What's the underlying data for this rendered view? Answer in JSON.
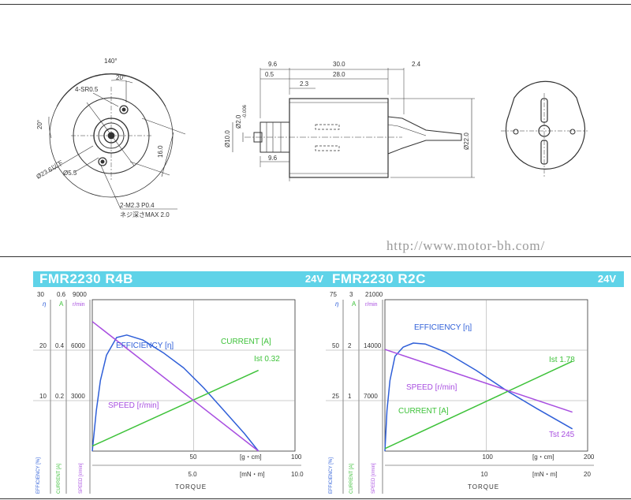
{
  "website_url": "http://www.motor-bh.com/",
  "drawing": {
    "front_view": {
      "angle_140": "140°",
      "angle_20_top": "20°",
      "angle_20_left": "20°",
      "slot_label": "4-SR0.5",
      "dia_23_6": "Ø23.6以下",
      "dia_5_5": "Ø5.5",
      "dim_16": "16.0",
      "screw_spec": "2-M2.3 P0.4",
      "screw_depth": "ネジ深さMAX 2.0"
    },
    "side_view": {
      "dim_9_6_top": "9.6",
      "dim_30": "30.0",
      "dim_2_4": "2.4",
      "dim_0_5": "0.5",
      "dim_28": "28.0",
      "dim_2_3": "2.3",
      "dim_d10": "Ø10.0",
      "dim_d2": "Ø2.0",
      "dim_d2_tol": "-0.006",
      "dim_d22": "Ø22.0",
      "dim_9_6_bottom": "9.6"
    }
  },
  "charts": [
    {
      "model": "FMR2230 R4B",
      "voltage": "24V",
      "col_eta_top": "30",
      "col_a_top": "0.6",
      "col_rpm_top": "9000",
      "unit_eta": "η",
      "unit_a": "A",
      "unit_rpm": "r/min",
      "tick_labels": [
        [
          "20",
          "0.4",
          "6000"
        ],
        [
          "10",
          "0.2",
          "3000"
        ]
      ],
      "side_labels": {
        "efficiency": "EFFICIENCY [%]",
        "current": "CURRENT [A]",
        "speed": "SPEED [r/min]"
      },
      "label_efficiency": "EFFICIENCY [η]",
      "label_current": "CURRENT [A]",
      "label_speed": "SPEED [r/min]",
      "label_ist": "Ist 0.32",
      "label_tst": "",
      "x_unit_gcm": "[g・cm]",
      "x_unit_mnm": "[mN・m]",
      "x_tick_gcm": [
        "50",
        "100"
      ],
      "x_tick_mnm": [
        "5.0",
        "10.0"
      ],
      "x_title": "TORQUE",
      "chart_data": {
        "type": "line",
        "x_unit": "g·cm",
        "xlim": [
          0,
          100
        ],
        "ylim_speed": [
          0,
          9000
        ],
        "ylim_current": [
          0,
          0.6
        ],
        "ylim_efficiency": [
          0,
          30
        ],
        "series": [
          {
            "name": "EFFICIENCY [η]",
            "x": [
              0,
              2,
              4,
              7,
              12,
              17,
              25,
              35,
              45,
              55,
              65,
              75,
              82
            ],
            "y": [
              0,
              8,
              14,
              19,
              22.5,
              23,
              22,
              19.5,
              16.5,
              12.5,
              8,
              3.5,
              0
            ]
          },
          {
            "name": "CURRENT [A]",
            "x": [
              0,
              82
            ],
            "y": [
              0.02,
              0.32
            ]
          },
          {
            "name": "SPEED [r/min]",
            "x": [
              0,
              82
            ],
            "y": [
              7700,
              0
            ]
          }
        ]
      }
    },
    {
      "model": "FMR2230 R2C",
      "voltage": "24V",
      "col_eta_top": "75",
      "col_a_top": "3",
      "col_rpm_top": "21000",
      "unit_eta": "η",
      "unit_a": "A",
      "unit_rpm": "r/min",
      "tick_labels": [
        [
          "50",
          "2",
          "14000"
        ],
        [
          "25",
          "1",
          "7000"
        ]
      ],
      "side_labels": {
        "efficiency": "EFFICIENCY [%]",
        "current": "CURRENT [A]",
        "speed": "SPEED [r/min]"
      },
      "label_efficiency": "EFFICIENCY [η]",
      "label_current": "CURRENT [A]",
      "label_speed": "SPEED [r/min]",
      "label_ist": "Ist 1.78",
      "label_tst": "Tst 245",
      "x_unit_gcm": "[g・cm]",
      "x_unit_mnm": "[mN・m]",
      "x_tick_gcm": [
        "100",
        "200"
      ],
      "x_tick_mnm": [
        "10",
        "20"
      ],
      "x_title": "TORQUE",
      "chart_data": {
        "type": "line",
        "x_unit": "g·cm",
        "xlim": [
          0,
          200
        ],
        "ylim_speed": [
          0,
          21000
        ],
        "ylim_current": [
          0,
          3
        ],
        "ylim_efficiency": [
          0,
          75
        ],
        "series": [
          {
            "name": "EFFICIENCY [η]",
            "x": [
              0,
              2,
              5,
              10,
              18,
              28,
              40,
              60,
              90,
              120,
              150,
              185
            ],
            "y": [
              0,
              20,
              35,
              47,
              51.5,
              53.5,
              53,
              49,
              40,
              30,
              21,
              11
            ]
          },
          {
            "name": "CURRENT [A]",
            "x": [
              0,
              185
            ],
            "y": [
              0.05,
              1.78
            ]
          },
          {
            "name": "SPEED [r/min]",
            "x": [
              0,
              185
            ],
            "y": [
              14100,
              5400
            ]
          }
        ]
      }
    }
  ]
}
